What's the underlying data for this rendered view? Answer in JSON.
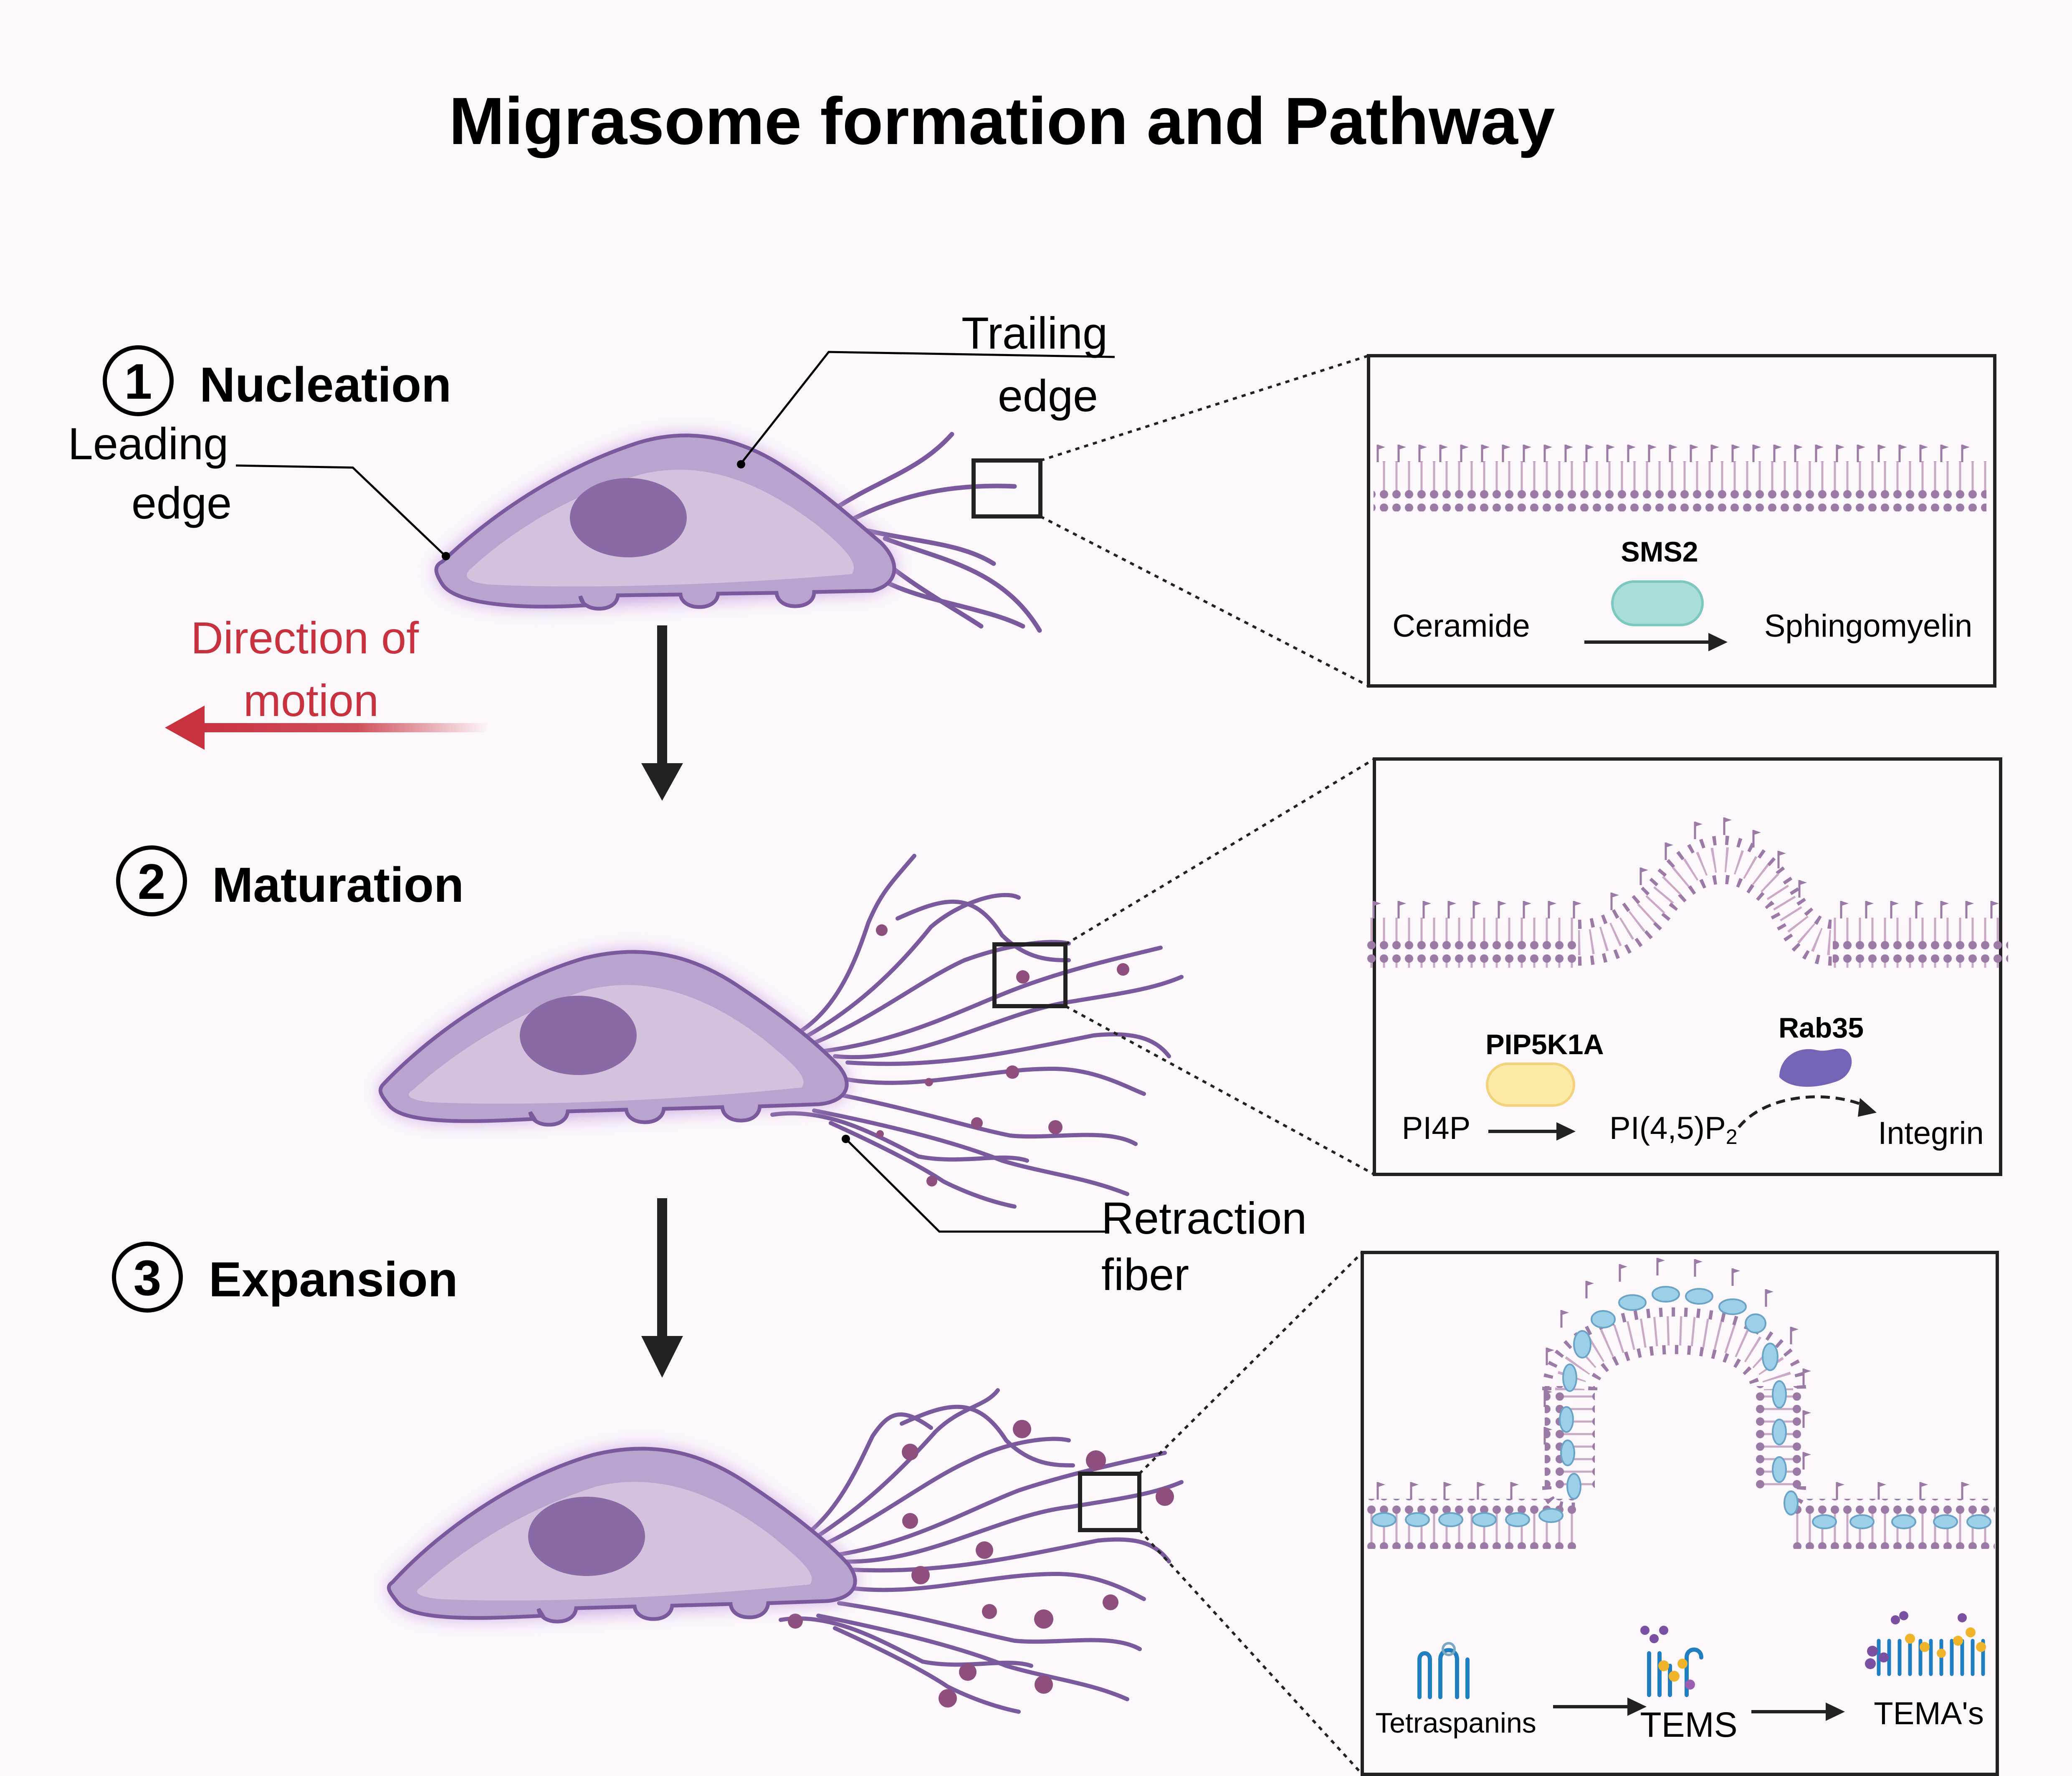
{
  "title": "Migrasome formation and Pathway",
  "stages": [
    {
      "number": "1",
      "label": "Nucleation"
    },
    {
      "number": "2",
      "label": "Maturation"
    },
    {
      "number": "3",
      "label": "Expansion"
    }
  ],
  "cell_labels": {
    "leading_edge_1": "Leading",
    "leading_edge_2": "edge",
    "trailing_edge_1": "Trailing",
    "trailing_edge_2": "edge",
    "direction_1": "Direction of",
    "direction_2": "motion",
    "retraction_1": "Retraction",
    "retraction_2": "fiber"
  },
  "panel1": {
    "enzyme": "SMS2",
    "substrate": "Ceramide",
    "product": "Sphingomyelin"
  },
  "panel2": {
    "enzyme": "PIP5K1A",
    "substrate": "PI4P",
    "product_main": "PI(4,5)P",
    "product_sub": "2",
    "regulator": "Rab35",
    "target": "Integrin"
  },
  "panel3": {
    "step1": "Tetraspanins",
    "step2": "TEMS",
    "step3": "TEMA's"
  },
  "colors": {
    "cell_outer": "#b9a3cf",
    "cell_inner": "#d3c1dd",
    "nucleus": "#8a6aa4",
    "membrane": "#9c7aa6",
    "fiber": "#7a5a9c",
    "migrasome": "#8e4f7e",
    "red_arrow": "#c8323f",
    "sms2": "#a9ddd7",
    "pip5k1a": "#fde9a6",
    "rab35": "#7563b5",
    "tetraspanin": "#9ccfe8"
  }
}
